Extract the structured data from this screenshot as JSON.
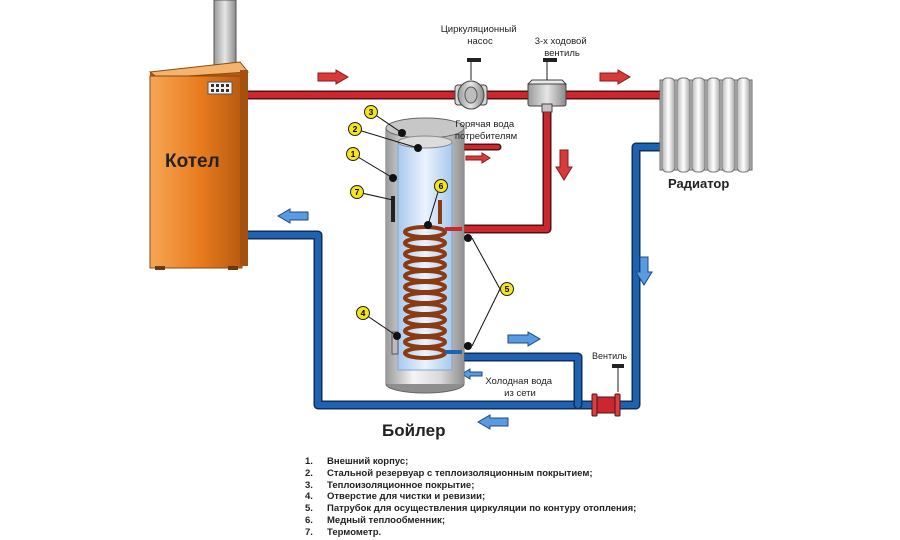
{
  "labels": {
    "boiler": "Котел",
    "pump": "Циркуляционный насос",
    "valve3": "3-х ходовой вентиль",
    "radiator": "Радиатор",
    "hot_water": "Горячая вода потребителям",
    "cold_water": "Холодная вода из сети",
    "valve": "Вентиль",
    "tank": "Бойлер"
  },
  "markers": [
    "1",
    "2",
    "3",
    "4",
    "5",
    "6",
    "7"
  ],
  "legend": [
    {
      "num": "1.",
      "text": "Внешний корпус;"
    },
    {
      "num": "2.",
      "text": "Стальной резервуар с теплоизоляционным покрытием;"
    },
    {
      "num": "3.",
      "text": "Теплоизоляционное покрытие;"
    },
    {
      "num": "4.",
      "text": "Отверстие для чистки и ревизии;"
    },
    {
      "num": "5.",
      "text": "Патрубок для осуществления циркуляции по контуру отопления;"
    },
    {
      "num": "6.",
      "text": "Медный теплообменник;"
    },
    {
      "num": "7.",
      "text": "Термометр."
    }
  ],
  "colors": {
    "hot_pipe": "#c8282e",
    "cold_pipe": "#1f63b0",
    "boiler_body": "#e87b1e",
    "marker_fill": "#f4e419",
    "coil": "#8b3a12"
  }
}
